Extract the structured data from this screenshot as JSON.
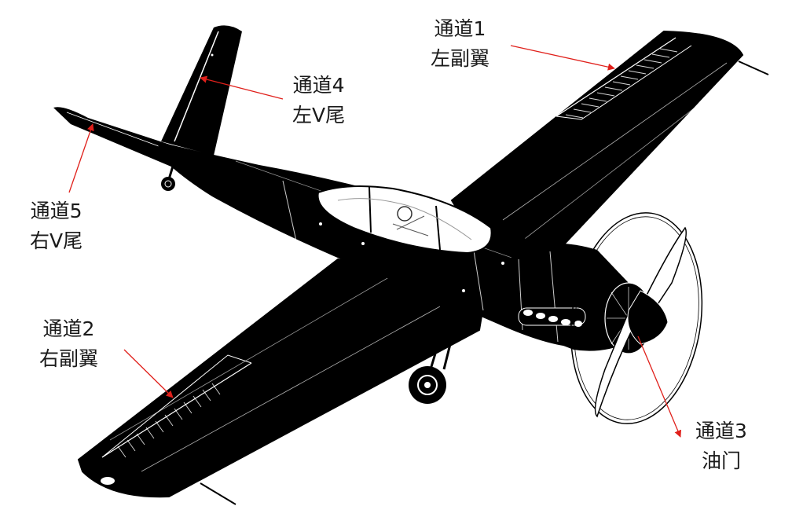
{
  "labels": {
    "ch1": {
      "line1": "通道1",
      "line2": "左副翼"
    },
    "ch2": {
      "line1": "通道2",
      "line2": "右副翼"
    },
    "ch3": {
      "line1": "通道3",
      "line2": "油门"
    },
    "ch4": {
      "line1": "通道4",
      "line2": "左V尾"
    },
    "ch5": {
      "line1": "通道5",
      "line2": "右V尾"
    }
  },
  "colors": {
    "aircraft": "#000000",
    "outline": "#ffffff",
    "pointer": "#e0201b",
    "text": "#1a1a1a"
  }
}
